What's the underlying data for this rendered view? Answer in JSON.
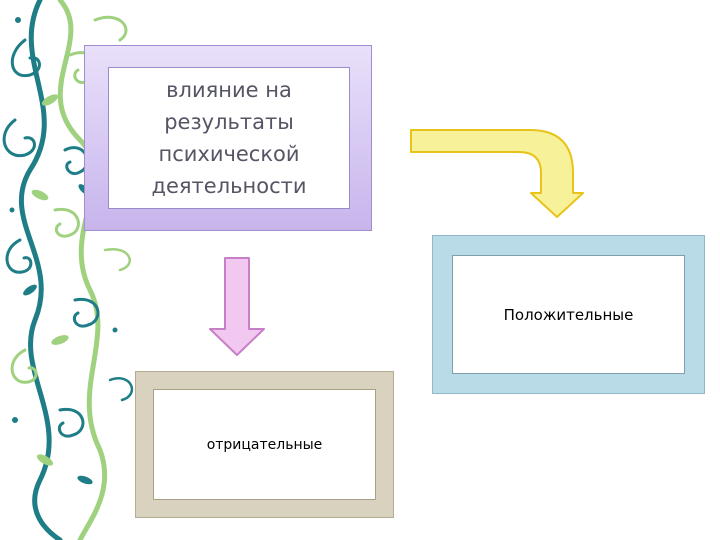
{
  "diagram": {
    "main_box": {
      "label": "влияние на результаты психической деятельности"
    },
    "positive_box": {
      "label": "Положительные"
    },
    "negative_box": {
      "label": "отрицательные"
    }
  },
  "colors": {
    "main_fill": "#c7b5ec",
    "positive_fill": "#b9dbe8",
    "negative_fill": "#d8d2bf",
    "arrow_yellow": "#f7f29a",
    "arrow_pink": "#f2c8f0",
    "ornament_teal": "#1e7d86",
    "ornament_green": "#9fd17f"
  },
  "icons": {
    "bent_arrow": "bent-arrow-icon",
    "down_arrow": "down-arrow-icon",
    "ornament": "floral-swirl-ornament"
  }
}
